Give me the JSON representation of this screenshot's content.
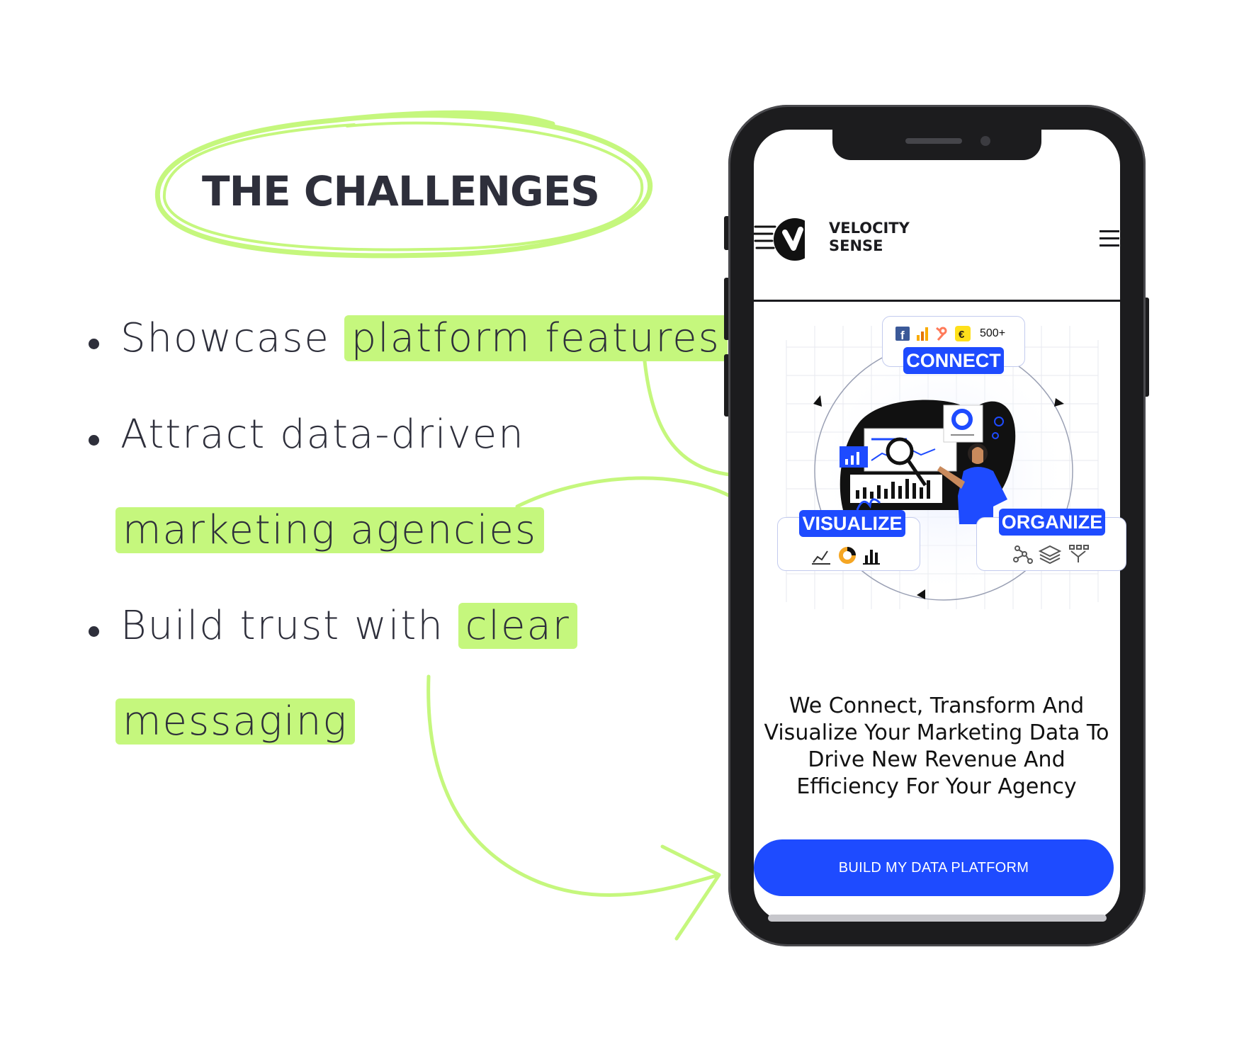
{
  "heading": {
    "title": "THE CHALLENGES"
  },
  "bullets": [
    {
      "lines": [
        [
          {
            "text": "Showcase ",
            "hl": false
          },
          {
            "text": "platform features",
            "hl": true
          }
        ]
      ]
    },
    {
      "lines": [
        [
          {
            "text": "Attract data-driven",
            "hl": false
          }
        ],
        [
          {
            "text": "marketing agencies",
            "hl": true
          }
        ]
      ]
    },
    {
      "lines": [
        [
          {
            "text": "Build trust with ",
            "hl": false
          },
          {
            "text": "clear",
            "hl": true
          }
        ],
        [
          {
            "text": "messaging",
            "hl": true
          }
        ]
      ]
    }
  ],
  "phone": {
    "brand_line1": "VELOCITY",
    "brand_line2": "SENSE",
    "illustration": {
      "integrations_count": "500+",
      "connect": "CONNECT",
      "visualize": "VISUALIZE",
      "organize": "ORGANIZE"
    },
    "headline": "We Connect, Transform And Visualize Your Marketing Data To Drive New Revenue And Efficiency For Your Agency",
    "cta_label": "BUILD MY DATA PLATFORM"
  },
  "colors": {
    "accent_green": "#c5f77d",
    "brand_blue": "#1e4bff",
    "text_dark": "#2e2f3b"
  }
}
